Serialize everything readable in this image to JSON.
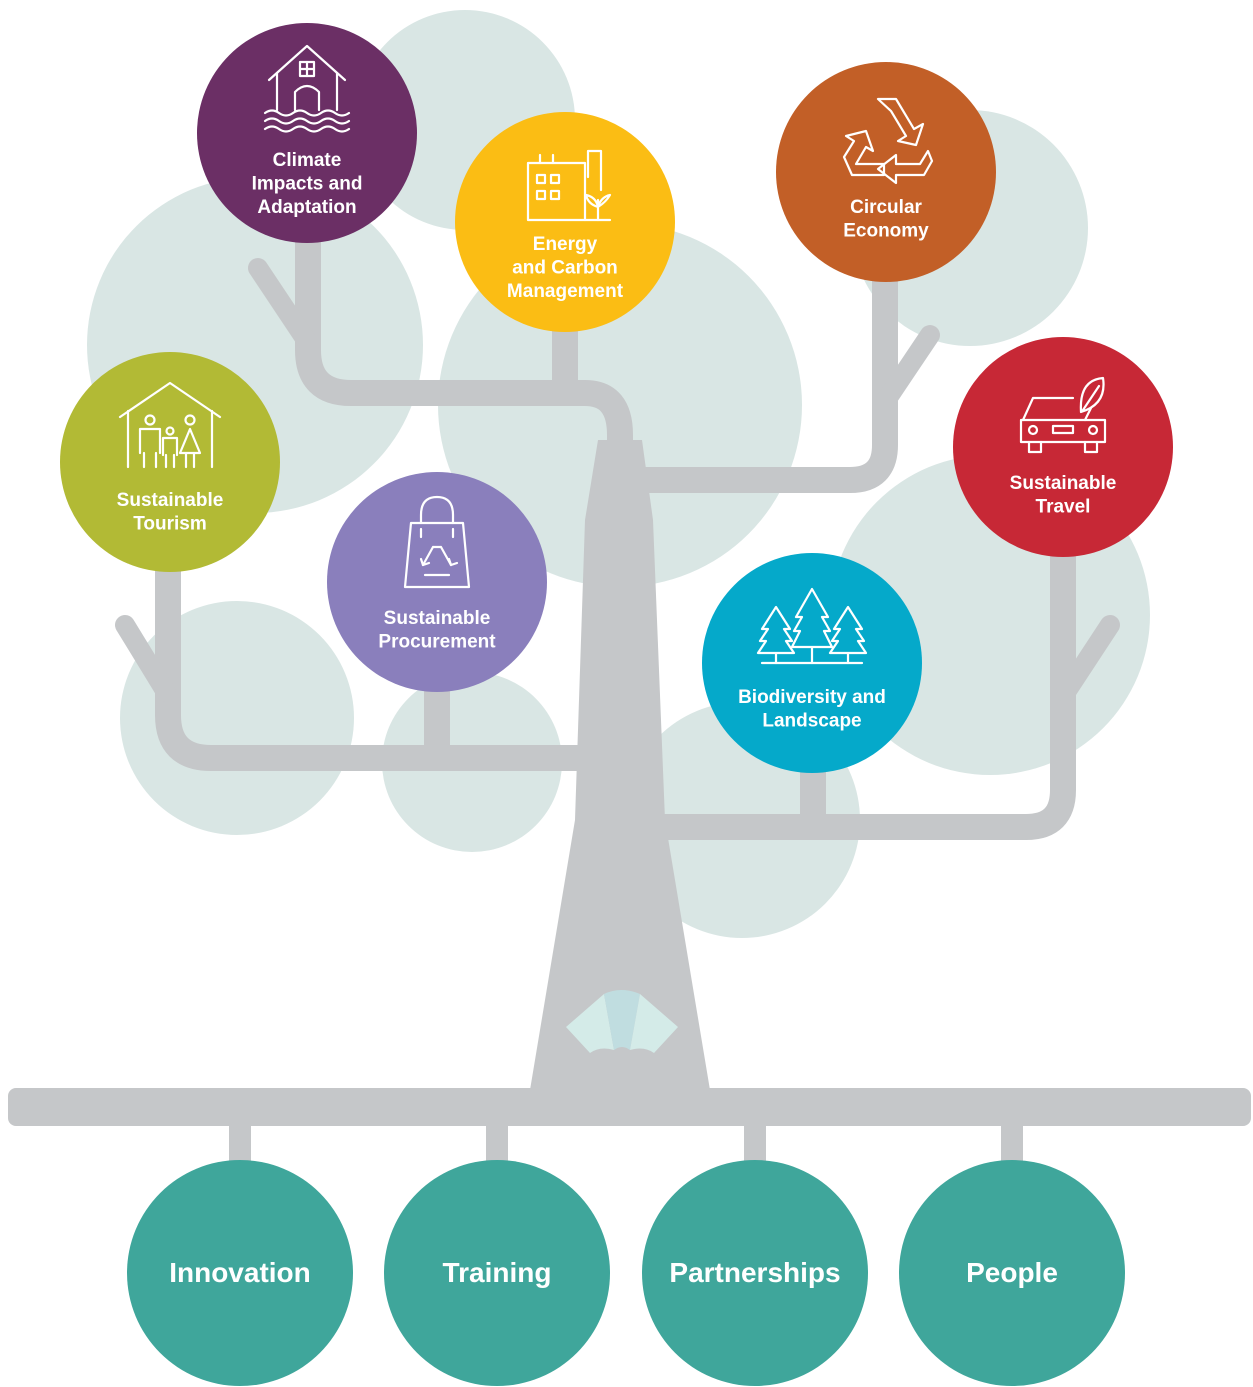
{
  "colors": {
    "canopy": "#d9e6e4",
    "branch": "#c5c7c9",
    "gauge_light": "#d4ebe8",
    "gauge_mid": "#c0dde0",
    "root": "#3fa69b"
  },
  "topics": [
    {
      "id": "climate",
      "lines": [
        "Climate",
        "Impacts and",
        "Adaptation"
      ],
      "color": "#6b2f65",
      "icon": "flooded-house-icon"
    },
    {
      "id": "energy",
      "lines": [
        "Energy",
        "and Carbon",
        "Management"
      ],
      "color": "#fbbd14",
      "icon": "factory-plant-icon"
    },
    {
      "id": "circular",
      "lines": [
        "Circular",
        "Economy"
      ],
      "color": "#c25f27",
      "icon": "recycle-icon"
    },
    {
      "id": "tourism",
      "lines": [
        "Sustainable",
        "Tourism"
      ],
      "color": "#b2ba35",
      "icon": "family-house-icon"
    },
    {
      "id": "procurement",
      "lines": [
        "Sustainable",
        "Procurement"
      ],
      "color": "#8a7fbc",
      "icon": "recycle-bag-icon"
    },
    {
      "id": "travel",
      "lines": [
        "Sustainable",
        "Travel"
      ],
      "color": "#c72836",
      "icon": "eco-car-icon"
    },
    {
      "id": "biodiversity",
      "lines": [
        "Biodiversity and",
        "Landscape"
      ],
      "color": "#05a9ca",
      "icon": "trees-icon"
    }
  ],
  "roots": [
    {
      "label": "Innovation"
    },
    {
      "label": "Training"
    },
    {
      "label": "Partnerships"
    },
    {
      "label": "People"
    }
  ]
}
